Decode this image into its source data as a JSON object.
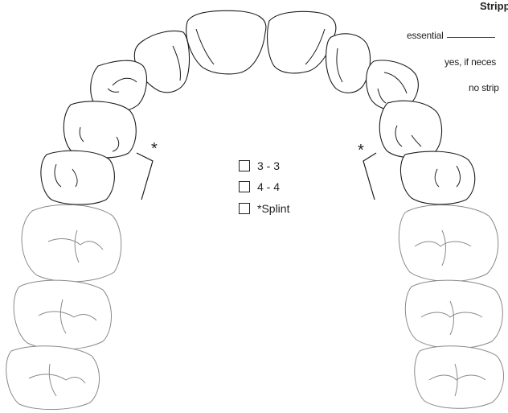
{
  "stripping": {
    "title": "Stripp",
    "essential_label": "essential",
    "if_necessary_label": "yes, if neces",
    "no_stripping_label": "no strip"
  },
  "options": [
    {
      "label": "3 - 3",
      "checked": false
    },
    {
      "label": "4 - 4",
      "checked": false
    },
    {
      "label": "*Splint",
      "checked": false
    }
  ],
  "asterisk_left": "*",
  "asterisk_right": "*"
}
